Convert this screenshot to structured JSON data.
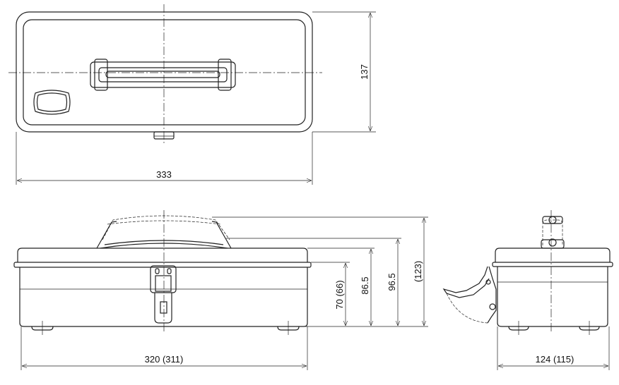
{
  "drawing": {
    "title": "Toolbox dimension drawing",
    "views": {
      "top": {
        "width_label": "333",
        "depth_label": "137"
      },
      "front": {
        "width_label": "320 (311)",
        "height_labels": [
          "70 (66)",
          "86.5",
          "96.5",
          "(123)"
        ]
      },
      "side": {
        "width_label": "124 (115)"
      }
    }
  }
}
